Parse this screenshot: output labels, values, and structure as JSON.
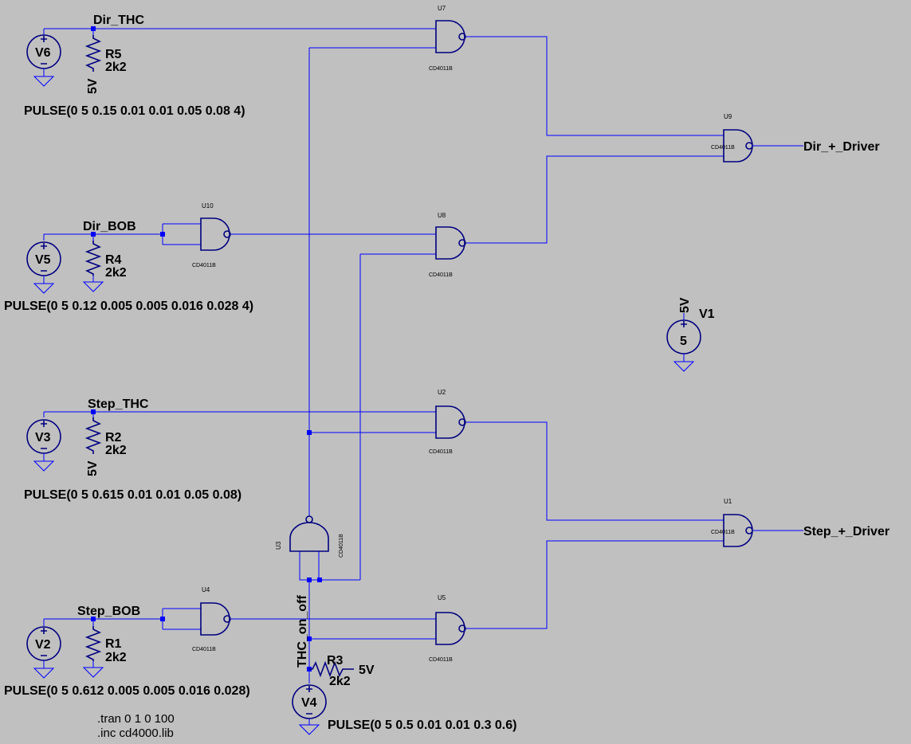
{
  "schematic": {
    "nets": {
      "dir_thc": "Dir_THC",
      "dir_bob": "Dir_BOB",
      "step_thc": "Step_THC",
      "step_bob": "Step_BOB",
      "thc_on_off": "THC_on_off",
      "dir_driver": "Dir_+_Driver",
      "step_driver": "Step_+_Driver"
    },
    "sources": [
      {
        "id": "V6",
        "pulse": "PULSE(0 5 0.15 0.01 0.01 0.05 0.08 4)"
      },
      {
        "id": "V5",
        "pulse": "PULSE(0 5 0.12 0.005 0.005 0.016 0.028 4)"
      },
      {
        "id": "V3",
        "pulse": "PULSE(0 5 0.615 0.01 0.01 0.05 0.08)"
      },
      {
        "id": "V2",
        "pulse": "PULSE(0 5 0.612 0.005 0.005 0.016 0.028)"
      },
      {
        "id": "V4",
        "pulse": "PULSE(0 5 0.5 0.01 0.01 0.3 0.6)"
      },
      {
        "id": "V1",
        "value": "5",
        "node": "5V"
      }
    ],
    "resistors": [
      {
        "id": "R5",
        "value": "2k2",
        "node": "5V"
      },
      {
        "id": "R4",
        "value": "2k2"
      },
      {
        "id": "R2",
        "value": "2k2",
        "node": "5V"
      },
      {
        "id": "R1",
        "value": "2k2"
      },
      {
        "id": "R3",
        "value": "2k2",
        "node": "5V"
      }
    ],
    "gates": [
      {
        "id": "U7",
        "model": "CD4011B"
      },
      {
        "id": "U10",
        "model": "CD4011B"
      },
      {
        "id": "U8",
        "model": "CD4011B"
      },
      {
        "id": "U9",
        "model": "CD4011B"
      },
      {
        "id": "U2",
        "model": "CD4011B"
      },
      {
        "id": "U1",
        "model": "CD4011B"
      },
      {
        "id": "U3",
        "model": "CD4011B"
      },
      {
        "id": "U4",
        "model": "CD4011B"
      },
      {
        "id": "U5",
        "model": "CD4011B"
      }
    ],
    "directives": [
      ".tran 0 1 0 100",
      ".inc cd4000.lib"
    ],
    "colors": {
      "background": "#c0c0c0",
      "wire": "#0000ff",
      "component": "#000080"
    }
  }
}
